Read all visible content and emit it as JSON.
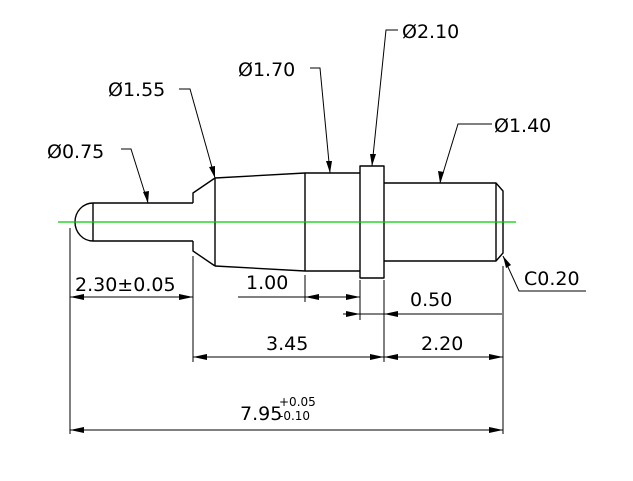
{
  "drawing": {
    "centerline_color": "#00cc00",
    "line_color": "#000000",
    "diameters": {
      "d075": "Ø0.75",
      "d155": "Ø1.55",
      "d170": "Ø1.70",
      "d210": "Ø2.10",
      "d140": "Ø1.40"
    },
    "chamfer": "C0.20",
    "dims": {
      "tip_length": "2.30±0.05",
      "len_100": "1.00",
      "len_050": "0.50",
      "len_345": "3.45",
      "len_220": "2.20",
      "total_base": "7.95",
      "total_tol_plus": "+0.05",
      "total_tol_minus": "-0.10"
    }
  }
}
